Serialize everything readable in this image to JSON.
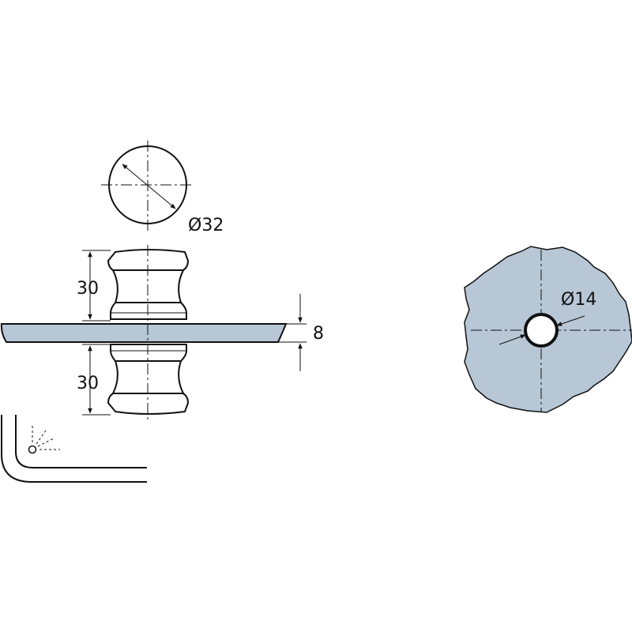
{
  "labels": {
    "knob_diameter": "Ø32",
    "upper_knob_height": "30",
    "lower_knob_height": "30",
    "glass_thickness": "8",
    "hole_diameter": "Ø14"
  },
  "colors": {
    "glass_fill": "#b8c7d6",
    "line": "#111111",
    "background": "#ffffff"
  },
  "icons": {
    "corner_symbol": "light-source-icon"
  }
}
